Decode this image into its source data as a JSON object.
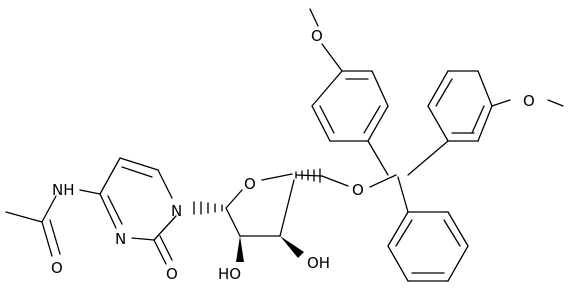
{
  "labels": {
    "methoxy_top_O": "O",
    "methoxy_right_O": "O",
    "ether_O": "O",
    "ring_O": "O",
    "ring_N1": "N",
    "pyrimidine_N3": "N",
    "amide_NH": "NH",
    "acetyl_O": "O",
    "carbonyl_O": "O",
    "hydroxyl_2": "HO",
    "hydroxyl_3": "OH"
  },
  "colors": {
    "bond": "#000000",
    "text": "#000000",
    "background": "#ffffff"
  }
}
